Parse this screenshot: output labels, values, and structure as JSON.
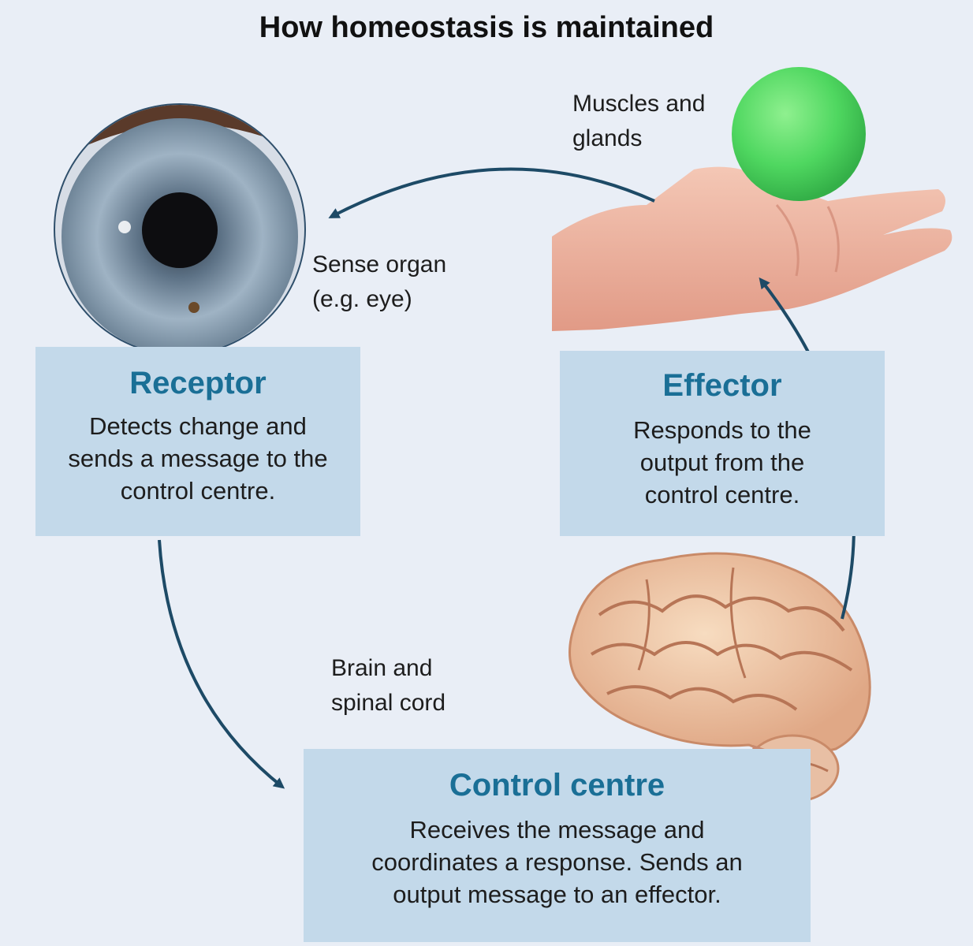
{
  "title": "How homeostasis is maintained",
  "labels": {
    "muscles": "Muscles and\nglands",
    "sense_organ": "Sense organ\n(e.g. eye)",
    "brain": "Brain and\nspinal cord"
  },
  "boxes": {
    "receptor": {
      "heading": "Receptor",
      "text": "Detects change and\nsends a message to the\ncontrol centre."
    },
    "effector": {
      "heading": "Effector",
      "text": "Responds to the\noutput from the\ncontrol centre."
    },
    "control": {
      "heading": "Control centre",
      "text": "Receives the message and\ncoordinates a response. Sends an\noutput message to an effector."
    }
  },
  "colors": {
    "background": "#e9eef6",
    "box_fill": "#c3d9ea",
    "heading": "#1a6f96",
    "arrow": "#1d4a66"
  },
  "icons": [
    "eye-icon",
    "hand-with-ball-icon",
    "brain-icon"
  ]
}
